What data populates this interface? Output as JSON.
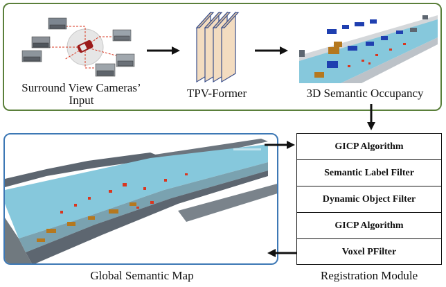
{
  "input_label": "Surround View Cameras’ Input",
  "input_label_line1": "Surround View Cameras’",
  "input_label_line2": "Input",
  "model_label": "TPV-Former",
  "occupancy_label": "3D Semantic Occupancy",
  "map_label": "Global Semantic Map",
  "module_label": "Registration Module",
  "module_steps": [
    "GICP Algorithm",
    "Semantic Label Filter",
    "Dynamic Object Filter",
    "GICP Algorithm",
    "Voxel PFilter"
  ],
  "colors": {
    "top_border": "#5a7f3a",
    "map_border": "#3d78b5",
    "layer_fill": "#f3dcc0",
    "layer_edge": "#3a4f8c",
    "road": "#86c8dc",
    "vehicle": "#1f3fb0",
    "vegetation": "#b5781e",
    "building": "#5d6670",
    "red_semantic": "#d9361f",
    "camera_link": "#d9361f"
  },
  "icons": [
    "camera-thumbnail",
    "car-icon",
    "arrow-right-icon",
    "arrow-down-icon",
    "arrow-left-icon"
  ]
}
